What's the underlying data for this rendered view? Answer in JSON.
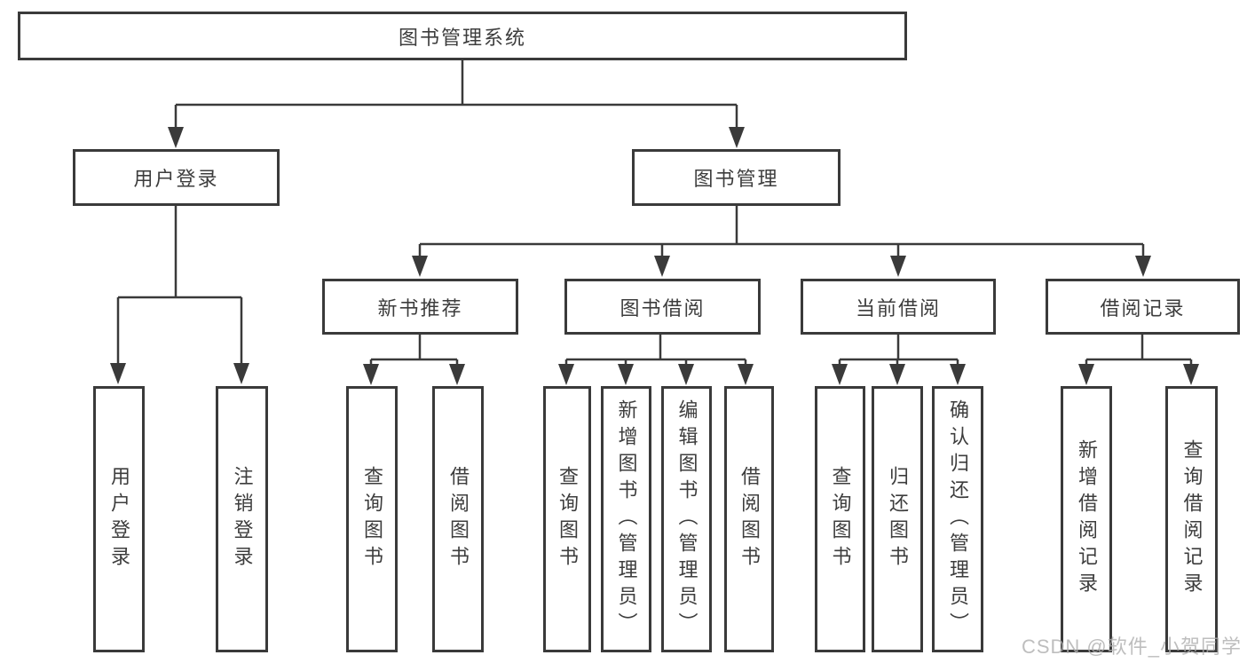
{
  "diagram": {
    "root": {
      "label": "图书管理系统"
    },
    "level2": [
      {
        "label": "用户登录"
      },
      {
        "label": "图书管理"
      }
    ],
    "level3": [
      {
        "label": "新书推荐"
      },
      {
        "label": "图书借阅"
      },
      {
        "label": "当前借阅"
      },
      {
        "label": "借阅记录"
      }
    ],
    "leaves": [
      {
        "label": "用户登录"
      },
      {
        "label": "注销登录"
      },
      {
        "label": "查询图书"
      },
      {
        "label": "借阅图书"
      },
      {
        "label": "查询图书"
      },
      {
        "label": "新增图书（管理员）"
      },
      {
        "label": "编辑图书（管理员）"
      },
      {
        "label": "借阅图书"
      },
      {
        "label": "查询图书"
      },
      {
        "label": "归还图书"
      },
      {
        "label": "确认归还（管理员）"
      },
      {
        "label": "新增借阅记录"
      },
      {
        "label": "查询借阅记录"
      }
    ]
  },
  "watermark": {
    "text": "CSDN @软件_小贺同学"
  },
  "colors": {
    "line": "#3a3a3a",
    "text": "#3d3d3d",
    "background": "#ffffff",
    "watermark": "#aeaeae"
  }
}
